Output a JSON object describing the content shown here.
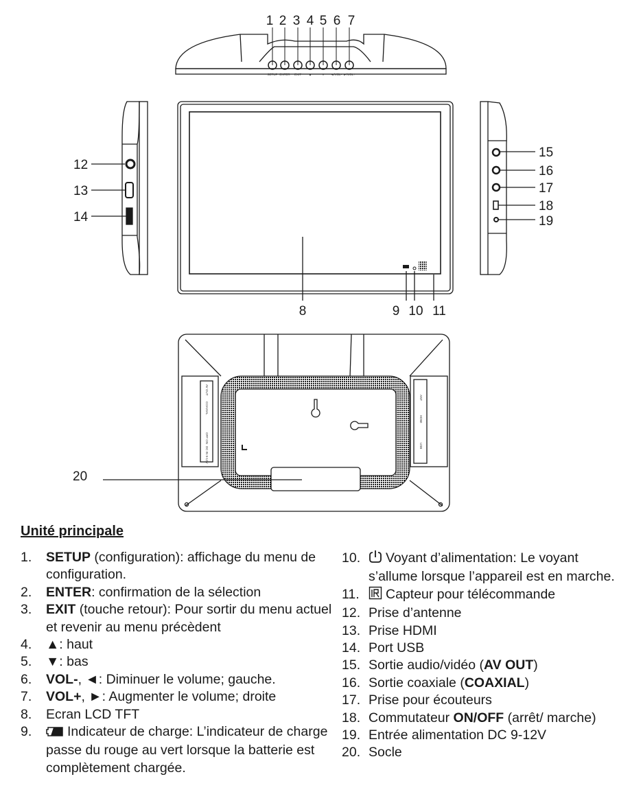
{
  "figure": {
    "top_callouts": [
      "1",
      "2",
      "3",
      "4",
      "5",
      "6",
      "7"
    ],
    "button_labels": [
      "SETUP",
      "ENTER",
      "EXIT",
      "▲",
      "▼",
      "◄/VOL-",
      "►/VOL+"
    ],
    "front_callouts": {
      "screen": "8",
      "charge": "9",
      "power": "10",
      "ir": "11"
    },
    "left_callouts": [
      "12",
      "13",
      "14"
    ],
    "right_callouts": [
      "15",
      "16",
      "17",
      "18",
      "19"
    ],
    "stand_callout": "20",
    "back_left_labels": [
      "AV OUT",
      "COAXIAL",
      "OFF ON",
      "DC IN 9-12V"
    ],
    "back_right_labels": [
      "ANT",
      "HDMI",
      "USB"
    ]
  },
  "section_title": "Unité principale",
  "left_items": [
    {
      "num": "1.",
      "parts": [
        {
          "text": "SETUP",
          "bold": true
        },
        {
          "text": " (configuration): affichage du menu de configuration."
        }
      ]
    },
    {
      "num": "2.",
      "parts": [
        {
          "text": "ENTER",
          "bold": true
        },
        {
          "text": ": confirmation de la sélection"
        }
      ]
    },
    {
      "num": "3.",
      "parts": [
        {
          "text": "EXIT",
          "bold": true
        },
        {
          "text": " (touche retour): Pour sortir du menu actuel et revenir au menu précèdent"
        }
      ]
    },
    {
      "num": "4.",
      "parts": [
        {
          "text": "▲: haut"
        }
      ]
    },
    {
      "num": "5.",
      "parts": [
        {
          "text": "▼: bas"
        }
      ]
    },
    {
      "num": "6.",
      "parts": [
        {
          "text": "VOL-",
          "bold": true
        },
        {
          "text": ", ◄: Diminuer le volume; gauche."
        }
      ]
    },
    {
      "num": "7.",
      "parts": [
        {
          "text": "VOL+",
          "bold": true
        },
        {
          "text": ", ►: Augmenter le volume; droite"
        }
      ]
    },
    {
      "num": "8.",
      "parts": [
        {
          "text": "Ecran LCD TFT"
        }
      ]
    },
    {
      "num": "9.",
      "icon": "battery-icon",
      "parts": [
        {
          "text": "Indicateur de charge: L’indicateur de charge passe du rouge au vert lorsque la batterie est complètement chargée."
        }
      ]
    }
  ],
  "right_items": [
    {
      "num": "10.",
      "icon": "power-icon",
      "parts": [
        {
          "text": "Voyant d’alimentation: Le voyant s’allume lorsque l’appareil est en marche."
        }
      ]
    },
    {
      "num": "11.",
      "icon": "ir-sensor-icon",
      "parts": [
        {
          "text": "Capteur pour télécommande"
        }
      ]
    },
    {
      "num": "12.",
      "parts": [
        {
          "text": "Prise d’antenne"
        }
      ]
    },
    {
      "num": "13.",
      "parts": [
        {
          "text": "Prise HDMI"
        }
      ]
    },
    {
      "num": "14.",
      "parts": [
        {
          "text": "Port USB"
        }
      ]
    },
    {
      "num": "15.",
      "parts": [
        {
          "text": "Sortie audio/vidéo ("
        },
        {
          "text": "AV OUT",
          "bold": true
        },
        {
          "text": ")"
        }
      ]
    },
    {
      "num": "16.",
      "parts": [
        {
          "text": "Sortie coaxiale ("
        },
        {
          "text": "COAXIAL",
          "bold": true
        },
        {
          "text": ")"
        }
      ]
    },
    {
      "num": "17.",
      "parts": [
        {
          "text": "Prise pour écouteurs"
        }
      ]
    },
    {
      "num": "18.",
      "parts": [
        {
          "text": "Commutateur "
        },
        {
          "text": "ON/OFF",
          "bold": true
        },
        {
          "text": " (arrêt/ marche)"
        }
      ]
    },
    {
      "num": "19.",
      "parts": [
        {
          "text": "Entrée alimentation DC 9-12V"
        }
      ]
    },
    {
      "num": "20.",
      "parts": [
        {
          "text": "Socle"
        }
      ]
    }
  ]
}
